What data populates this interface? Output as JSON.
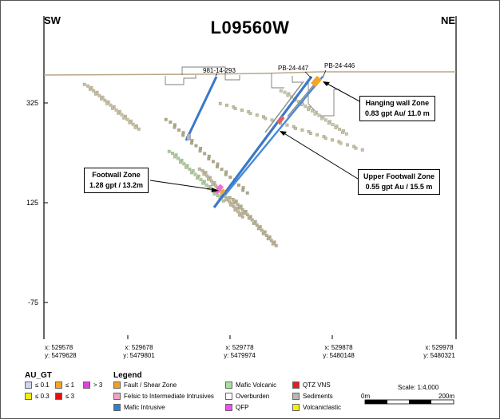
{
  "title": "L09560W",
  "orientation": {
    "left": "SW",
    "right": "NE"
  },
  "elevation_labels": [
    "325",
    "125",
    "-75"
  ],
  "easting_labels": [
    {
      "x": "x: 529578",
      "y": "y: 5479628"
    },
    {
      "x": "x: 529678",
      "y": "y: 5479801"
    },
    {
      "x": "x: 529778",
      "y": "y: 5479974"
    },
    {
      "x": "x: 529878",
      "y": "y: 5480148"
    },
    {
      "x": "x: 529978",
      "y": "y: 5480321"
    }
  ],
  "drillholes": [
    "981-14-293",
    "PB-24-447",
    "PB-24-446"
  ],
  "callouts": {
    "hanging": {
      "line1": "Hanging wall Zone",
      "line2": "0.83 gpt Au/ 11.0 m"
    },
    "footwall": {
      "line1": "Footwall Zone",
      "line2": "1.28 gpt / 13.2m"
    },
    "upper": {
      "line1": "Upper Footwall Zone",
      "line2": "0.55 gpt Au / 15.5 m"
    }
  },
  "legend": {
    "au_title": "AU_GT",
    "au_items": [
      {
        "label": "≤ 0.1",
        "color": "#cfd6ee"
      },
      {
        "label": "≤ 1",
        "color": "#f5a623"
      },
      {
        "label": "> 3",
        "color": "#e040e0"
      },
      {
        "label": "≤ 0.3",
        "color": "#f4f000"
      },
      {
        "label": "≤ 3",
        "color": "#e01010"
      }
    ],
    "title": "Legend",
    "items": [
      {
        "label": "Fault / Shear Zone",
        "color": "#f0a020"
      },
      {
        "label": "Felsic to Intermediate Intrusives",
        "color": "#f4a0c8"
      },
      {
        "label": "Mafic Intrusive",
        "color": "#2f7fd0"
      },
      {
        "label": "Mafic Volcanic",
        "color": "#a8e0a0"
      },
      {
        "label": "Overburden",
        "color": "#ffffff"
      },
      {
        "label": "QFP",
        "color": "#f050f0"
      },
      {
        "label": "QTZ VNS",
        "color": "#e02020"
      },
      {
        "label": "Sediments",
        "color": "#b8b8b8"
      },
      {
        "label": "Volcaniclastic",
        "color": "#f4f000"
      }
    ]
  },
  "scale": {
    "label": "Scale: 1:4,000",
    "min": "0m",
    "max": "200m"
  }
}
